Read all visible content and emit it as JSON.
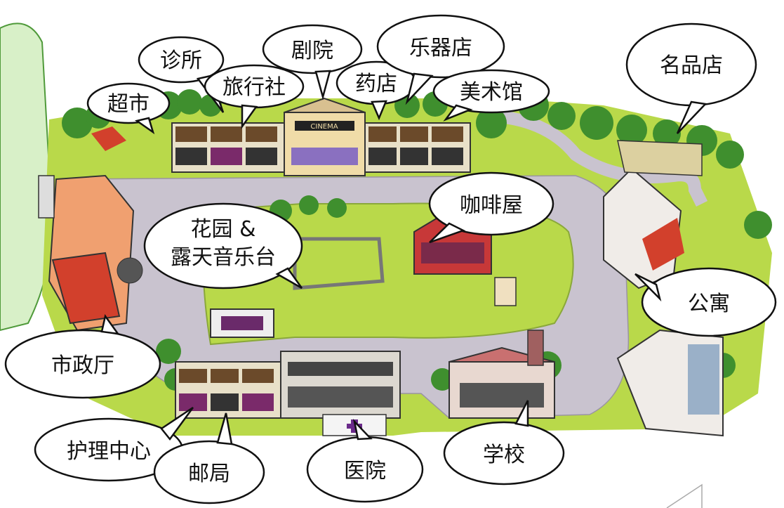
{
  "map": {
    "labels": {
      "supermarket": "超市",
      "clinic": "诊所",
      "travel_agency": "旅行社",
      "theatre": "剧院",
      "pharmacy": "药店",
      "music_store": "乐器店",
      "art_gallery": "美术馆",
      "brand_store": "名品店",
      "cafe": "咖啡屋",
      "garden_line1": "花园 &",
      "garden_line2": "露天音乐台",
      "apartment": "公寓",
      "city_hall": "市政厅",
      "care_center": "护理中心",
      "post_office": "邮局",
      "hospital": "医院",
      "school": "学校"
    },
    "signs": {
      "cinema": "CINEMA"
    },
    "colors": {
      "grass": "#b9d94a",
      "road": "#c9c3cf",
      "side_panel": "#d8f0c8",
      "roof_red": "#d2402c",
      "tree": "#3f8f2e"
    }
  }
}
